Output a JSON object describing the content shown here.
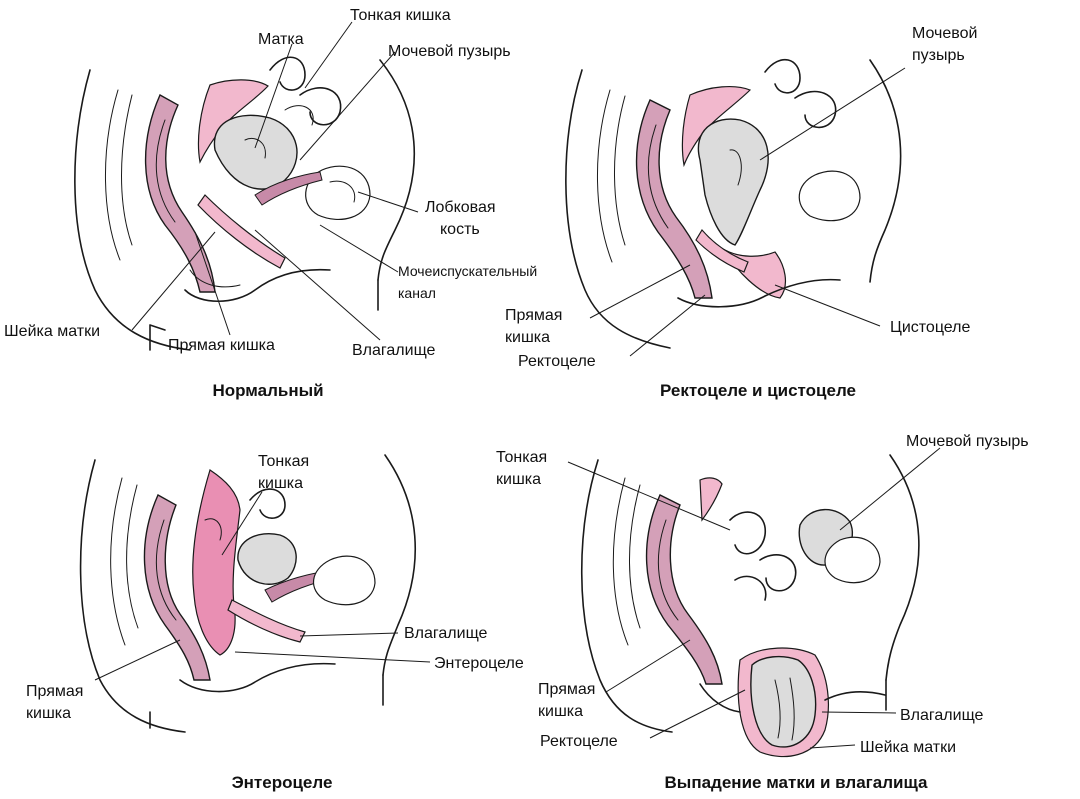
{
  "panels": [
    {
      "title": "Нормальный",
      "labels": {
        "uterus": "Матка",
        "small_intestine": "Тонкая кишка",
        "bladder": "Мочевой пузырь",
        "pubic_bone_1": "Лобковая",
        "pubic_bone_2": "кость",
        "urethra_1": "Мочеиспускательный",
        "urethra_2": "канал",
        "cervix": "Шейка матки",
        "rectum": "Прямая кишка",
        "vagina": "Влагалище"
      }
    },
    {
      "title": "Ректоцеле и цистоцеле",
      "labels": {
        "bladder_1": "Мочевой",
        "bladder_2": "пузырь",
        "rectum_1": "Прямая",
        "rectum_2": "кишка",
        "cystocele": "Цистоцеле",
        "rectocele": "Ректоцеле"
      }
    },
    {
      "title": "Энтероцеле",
      "labels": {
        "small_intestine_1": "Тонкая",
        "small_intestine_2": "кишка",
        "vagina": "Влагалище",
        "enterocele": "Энтероцеле",
        "rectum_1": "Прямая",
        "rectum_2": "кишка"
      }
    },
    {
      "title": "Выпадение матки и влагалища",
      "labels": {
        "small_intestine_1": "Тонкая",
        "small_intestine_2": "кишка",
        "bladder": "Мочевой пузырь",
        "rectum_1": "Прямая",
        "rectum_2": "кишка",
        "rectocele": "Ректоцеле",
        "vagina": "Влагалище",
        "cervix": "Шейка матки"
      }
    }
  ],
  "colors": {
    "tissue_pink": "#f2b8cd",
    "tissue_pink_dark": "#e98fb3",
    "rectum_mauve": "#c78aa8",
    "bladder_grey": "#dcdcdc",
    "ink": "#1a1a1a"
  }
}
